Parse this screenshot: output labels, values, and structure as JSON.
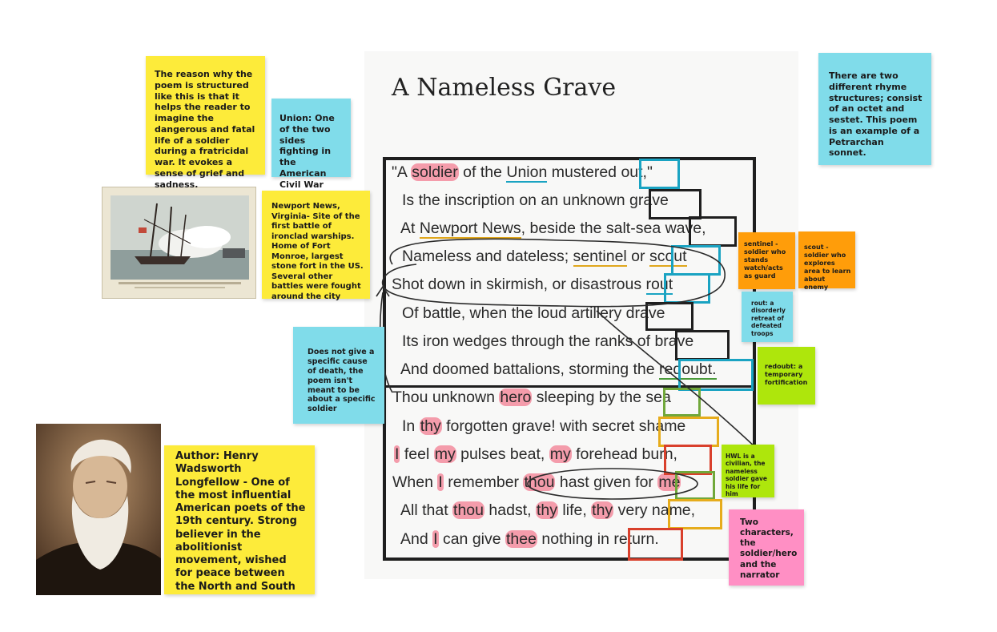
{
  "poem": {
    "title": "A Nameless Grave",
    "lines": [
      [
        {
          "t": "\"A "
        },
        {
          "t": "soldier",
          "s": "hl"
        },
        {
          "t": " of the "
        },
        {
          "t": "Union",
          "s": "ul-c"
        },
        {
          "t": " mustered "
        },
        {
          "t": "out,\""
        }
      ],
      [
        {
          "t": "Is the inscription on an unknown "
        },
        {
          "t": "grave"
        }
      ],
      [
        {
          "t": "At "
        },
        {
          "t": "Newport News",
          "s": "ul-y"
        },
        {
          "t": ", beside the salt-sea "
        },
        {
          "t": "wave,"
        }
      ],
      [
        {
          "t": "Nameless and dateless; "
        },
        {
          "t": "sentinel",
          "s": "ul-y"
        },
        {
          "t": " or "
        },
        {
          "t": "scout",
          "s": "ul-y"
        }
      ],
      [
        {
          "t": "Shot down in skirmish, or disastrous "
        },
        {
          "t": "rout",
          "s": "ul-c"
        }
      ],
      [
        {
          "t": "Of battle, when the loud artillery "
        },
        {
          "t": "drave"
        }
      ],
      [
        {
          "t": "Its iron wedges through the ranks of "
        },
        {
          "t": "brave"
        }
      ],
      [
        {
          "t": "And doomed battalions, storming the "
        },
        {
          "t": "redoubt.",
          "s": "ul-g"
        }
      ],
      [
        {
          "t": "Thou unknown "
        },
        {
          "t": "hero",
          "s": "hl"
        },
        {
          "t": " sleeping by the sea"
        }
      ],
      [
        {
          "t": "In "
        },
        {
          "t": "thy",
          "s": "hl"
        },
        {
          "t": " forgotten grave! with secret "
        },
        {
          "t": "shame"
        }
      ],
      [
        {
          "t": "I",
          "s": "hl"
        },
        {
          "t": " feel "
        },
        {
          "t": "my",
          "s": "hl"
        },
        {
          "t": " pulses beat, "
        },
        {
          "t": "my",
          "s": "hl"
        },
        {
          "t": " forehead "
        },
        {
          "t": "burn,"
        }
      ],
      [
        {
          "t": "When "
        },
        {
          "t": "I",
          "s": "hl"
        },
        {
          "t": " remember "
        },
        {
          "t": "thou",
          "s": "hl"
        },
        {
          "t": " hast given for "
        },
        {
          "t": "me",
          "s": "hl"
        }
      ],
      [
        {
          "t": "All that "
        },
        {
          "t": "thou",
          "s": "hl"
        },
        {
          "t": " hadst, "
        },
        {
          "t": "thy",
          "s": "hl"
        },
        {
          "t": " life, "
        },
        {
          "t": "thy",
          "s": "hl"
        },
        {
          "t": " very "
        },
        {
          "t": "name,"
        }
      ],
      [
        {
          "t": "And "
        },
        {
          "t": "I",
          "s": "hl"
        },
        {
          "t": " can give "
        },
        {
          "t": "thee",
          "s": "hl"
        },
        {
          "t": " nothing in "
        },
        {
          "t": "return."
        }
      ]
    ]
  },
  "notes": {
    "structure": "The reason why the poem is structured like this is that it helps the reader to imagine the dangerous and fatal life of a soldier during a fratricidal war. It evokes a sense of grief and sadness.",
    "union": "Union: One of the two sides fighting in the American Civil War",
    "rhyme": "There are two different rhyme structures; consist of an octet and sestet. This poem is an example of a Petrarchan sonnet.",
    "newport": "Newport News, Virginia- Site of the first battle of ironclad warships. Home of Fort Monroe, largest stone fort in the US. Several other battles were fought around the city",
    "sentinel": "sentinel - soldier who stands watch/acts as guard",
    "scout": "scout - soldier who explores area to learn about enemy",
    "rout": "rout: a disorderly retreat of defeated troops",
    "cause": "Does not give a specific cause of death, the poem isn't meant to be about a specific soldier",
    "redoubt": "redoubt: a temporary fortification",
    "hwl": "HWL is a civilian, the nameless soldier gave his life for him",
    "author": "Author: Henry Wadsworth Longfellow - One of the most influential American poets of the 19th century.  Strong believer in the abolitionist movement, wished for peace between the North and South",
    "characters": "Two characters, the soldier/hero and the narrator"
  },
  "colors": {
    "yellow_note": "#fdeb3a",
    "cyan_note": "#80dcea",
    "orange_note": "#ff9d0a",
    "green_note": "#aee60c",
    "pink_note": "#ff8fc4",
    "highlight": "#f0506e"
  }
}
